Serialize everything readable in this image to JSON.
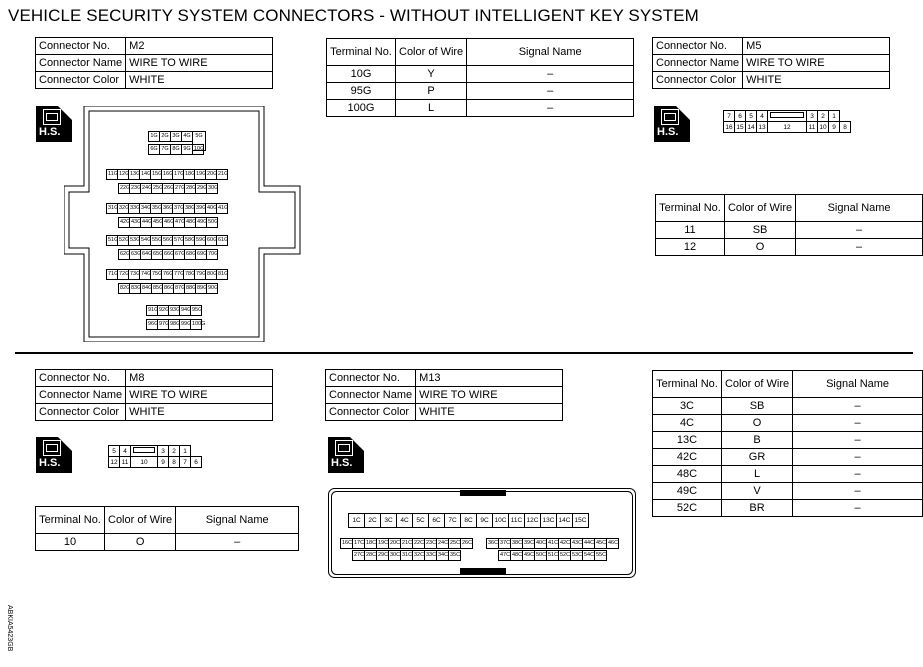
{
  "title": "VEHICLE SECURITY SYSTEM CONNECTORS - WITHOUT INTELLIGENT KEY SYSTEM",
  "labels": {
    "no": "Connector No.",
    "name": "Connector Name",
    "color": "Connector Color",
    "hs": "H.S.",
    "term": "Terminal No.",
    "wire": "Color of Wire",
    "sig": "Signal Name"
  },
  "m2": {
    "no": "M2",
    "name": "WIRE TO WIRE",
    "color": "WHITE",
    "terms": [
      [
        "10G",
        "Y",
        "–"
      ],
      [
        "95G",
        "P",
        "–"
      ],
      [
        "100G",
        "L",
        "–"
      ]
    ],
    "top": [
      "1G",
      "2G",
      "3G",
      "4G",
      "5G",
      "6G",
      "7G",
      "8G",
      "9G",
      "10G"
    ],
    "rows": [
      [
        "11G",
        "12G",
        "13G",
        "14G",
        "15G",
        "16G",
        "17G",
        "18G",
        "19G",
        "20G",
        "21G"
      ],
      [
        "22G",
        "23G",
        "24G",
        "25G",
        "26G",
        "27G",
        "28G",
        "29G",
        "30G"
      ],
      [
        "31G",
        "32G",
        "33G",
        "34G",
        "35G",
        "36G",
        "37G",
        "38G",
        "39G",
        "40G",
        "41G"
      ],
      [
        "42G",
        "43G",
        "44G",
        "45G",
        "46G",
        "47G",
        "48G",
        "49G",
        "50G"
      ],
      [
        "51G",
        "52G",
        "53G",
        "54G",
        "55G",
        "56G",
        "57G",
        "58G",
        "59G",
        "60G",
        "61G"
      ],
      [
        "62G",
        "63G",
        "64G",
        "65G",
        "66G",
        "67G",
        "68G",
        "69G",
        "70G"
      ],
      [
        "71G",
        "72G",
        "73G",
        "74G",
        "75G",
        "76G",
        "77G",
        "78G",
        "79G",
        "80G",
        "81G"
      ],
      [
        "82G",
        "83G",
        "84G",
        "85G",
        "86G",
        "87G",
        "88G",
        "89G",
        "90G"
      ]
    ],
    "bottom": [
      [
        "91G",
        "92G",
        "93G",
        "94G",
        "95G"
      ],
      [
        "96G",
        "97G",
        "98G",
        "99G",
        "100G"
      ]
    ]
  },
  "m5": {
    "no": "M5",
    "name": "WIRE TO WIRE",
    "color": "WHITE",
    "pins_top": [
      "7",
      "6",
      "5",
      "4",
      "",
      "3",
      "2",
      "1"
    ],
    "pins_bot": [
      "16",
      "15",
      "14",
      "13",
      "12",
      "11",
      "10",
      "9",
      "8"
    ],
    "terms": [
      [
        "11",
        "SB",
        "–"
      ],
      [
        "12",
        "O",
        "–"
      ]
    ]
  },
  "m8": {
    "no": "M8",
    "name": "WIRE TO WIRE",
    "color": "WHITE",
    "pins_top": [
      "5",
      "4",
      "",
      "3",
      "2",
      "1"
    ],
    "pins_bot": [
      "12",
      "11",
      "10",
      "9",
      "8",
      "7",
      "6"
    ],
    "terms": [
      [
        "10",
        "O",
        "–"
      ]
    ]
  },
  "m13": {
    "no": "M13",
    "name": "WIRE TO WIRE",
    "color": "WHITE",
    "row1": [
      "1C",
      "2C",
      "3C",
      "4C",
      "5C",
      "6C",
      "7C",
      "8C",
      "9C",
      "10C",
      "11C",
      "12C",
      "13C",
      "14C",
      "15C"
    ],
    "row2a": [
      "16C",
      "17C",
      "18C",
      "19C",
      "20C",
      "21C",
      "22C",
      "23C",
      "24C",
      "25C",
      "26C"
    ],
    "row2b": [
      "36C",
      "37C",
      "38C",
      "39C",
      "40C",
      "41C",
      "42C",
      "43C",
      "44C",
      "45C",
      "46C"
    ],
    "row3a": [
      "27C",
      "28C",
      "29C",
      "30C",
      "31C",
      "32C",
      "33C",
      "34C",
      "35C"
    ],
    "row3b": [
      "47C",
      "48C",
      "49C",
      "50C",
      "51C",
      "52C",
      "53C",
      "54C",
      "55C"
    ],
    "terms": [
      [
        "3C",
        "SB",
        "–"
      ],
      [
        "4C",
        "O",
        "–"
      ],
      [
        "13C",
        "B",
        "–"
      ],
      [
        "42C",
        "GR",
        "–"
      ],
      [
        "48C",
        "L",
        "–"
      ],
      [
        "49C",
        "V",
        "–"
      ],
      [
        "52C",
        "BR",
        "–"
      ]
    ]
  },
  "code": "ABKIA5423GB"
}
